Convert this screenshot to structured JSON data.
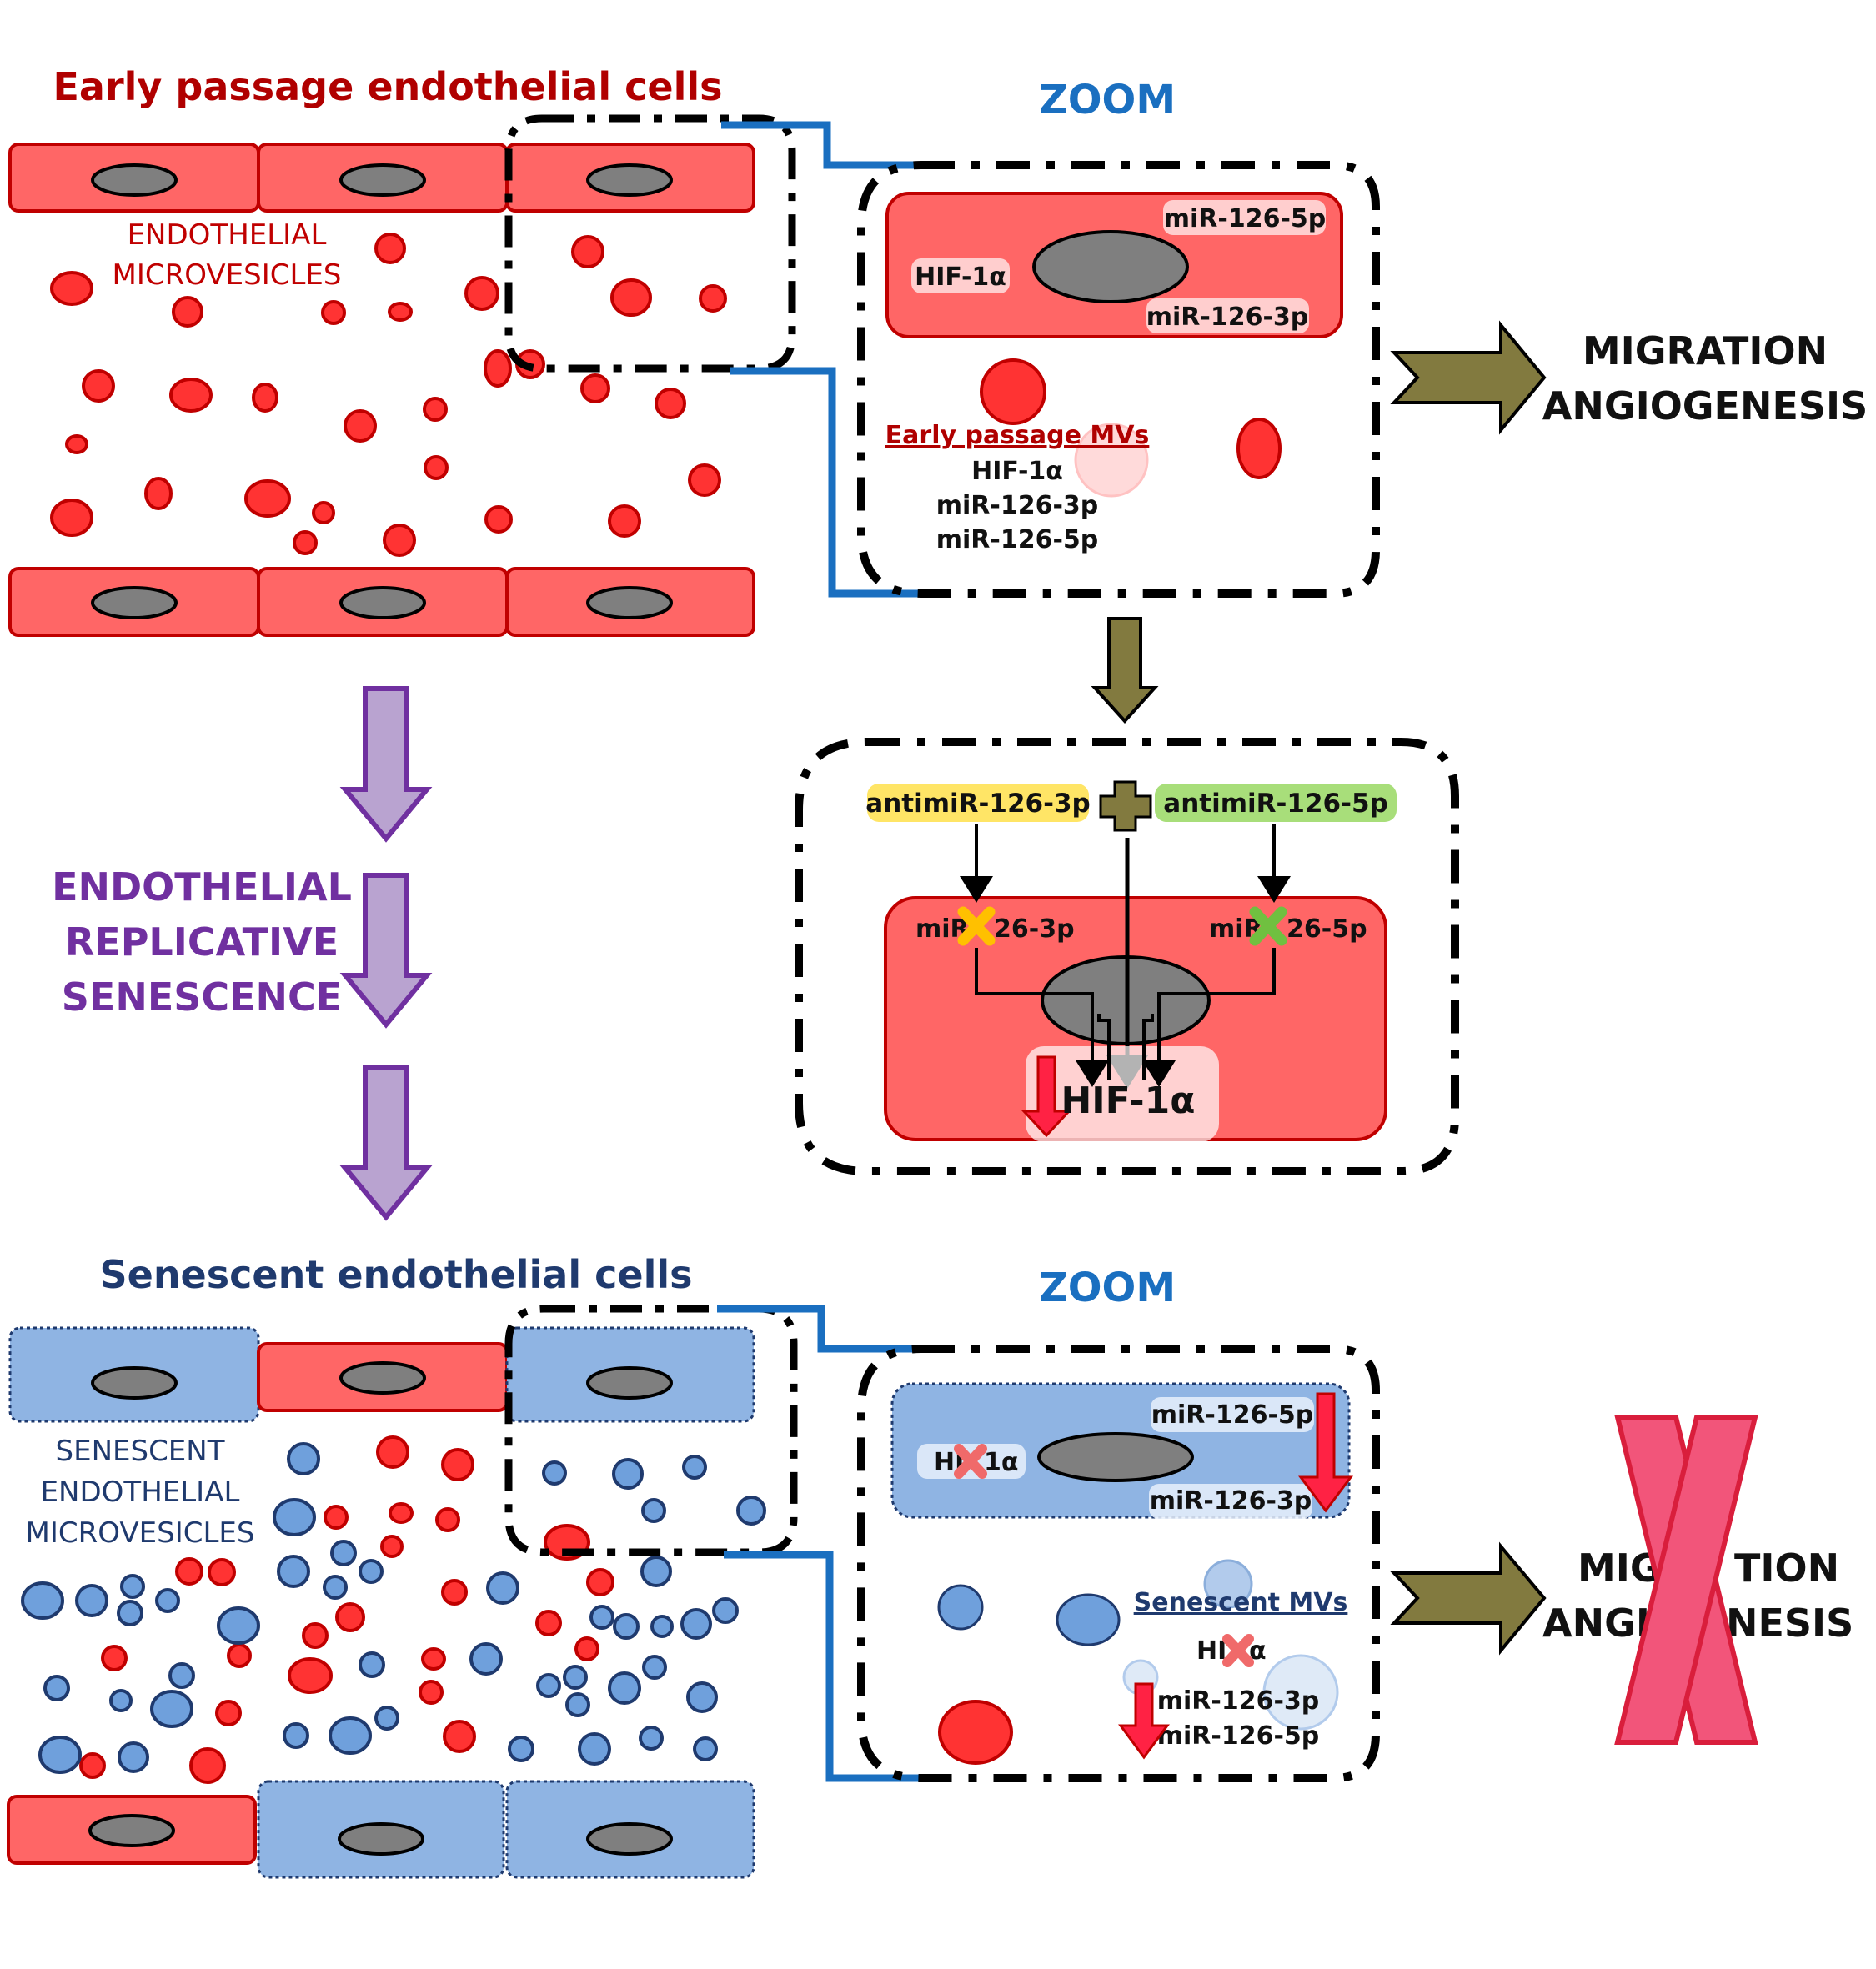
{
  "top": {
    "title": "Early passage endothelial cells",
    "mv_label_line1": "ENDOTHELIAL",
    "mv_label_line2": "MICROVESICLES",
    "zoom": "ZOOM",
    "cell_labels": {
      "mir5p": "miR-126-5p",
      "hif": "HIF-1α",
      "mir3p": "miR-126-3p"
    },
    "mv_box": {
      "title": "Early passage MVs",
      "hif": "HIF-1α",
      "mir3p": "miR-126-3p",
      "mir5p": "miR-126-5p"
    },
    "outcome_line1": "MIGRATION",
    "outcome_line2": "ANGIOGENESIS"
  },
  "middle": {
    "senescence_line1": "ENDOTHELIAL",
    "senescence_line2": "REPLICATIVE",
    "senescence_line3": "SENESCENCE",
    "antimir_3p": "antimiR-126-3p",
    "antimir_5p": "antimiR-126-5p",
    "mir3p_left": "miR",
    "mir3p_right": "26-3p",
    "mir5p_left": "miR",
    "mir5p_right": "26-5p",
    "hif_result": "HIF-1α"
  },
  "bottom": {
    "title": "Senescent endothelial cells",
    "mv_label_line1": "SENESCENT",
    "mv_label_line2": "ENDOTHELIAL",
    "mv_label_line3": "MICROVESICLES",
    "zoom": "ZOOM",
    "cell_labels": {
      "mir5p": "miR-126-5p",
      "hif_left": "HI",
      "hif_right": "1α",
      "mir3p": "miR-126-3p"
    },
    "mv_box": {
      "title": "Senescent MVs",
      "hif_left": "HI",
      "hif_right": "α",
      "mir3p": "miR-126-3p",
      "mir5p": "miR-126-5p"
    },
    "outcome_line1_left": "MIG",
    "outcome_line1_right": "TION",
    "outcome_line2_left": "ANGI",
    "outcome_line2_right": "NESIS"
  },
  "colors": {
    "cell_red": "#ff6666",
    "cell_red_stroke": "#c00000",
    "cell_blue": "#8fb4e3",
    "cell_blue_stroke": "#1f3a6e",
    "nucleus": "#7f7f7f",
    "mv_red": "#ff3333",
    "mv_blue": "#6fa0dc",
    "zoom_line": "#1a6fc0",
    "olive_arrow": "#827a3f",
    "purple_arrow": "#b9a3d0",
    "purple_stroke": "#7030a0",
    "big_x": "#f2557a",
    "yellow_hl": "#ffe566",
    "green_hl": "#a8de7a"
  }
}
